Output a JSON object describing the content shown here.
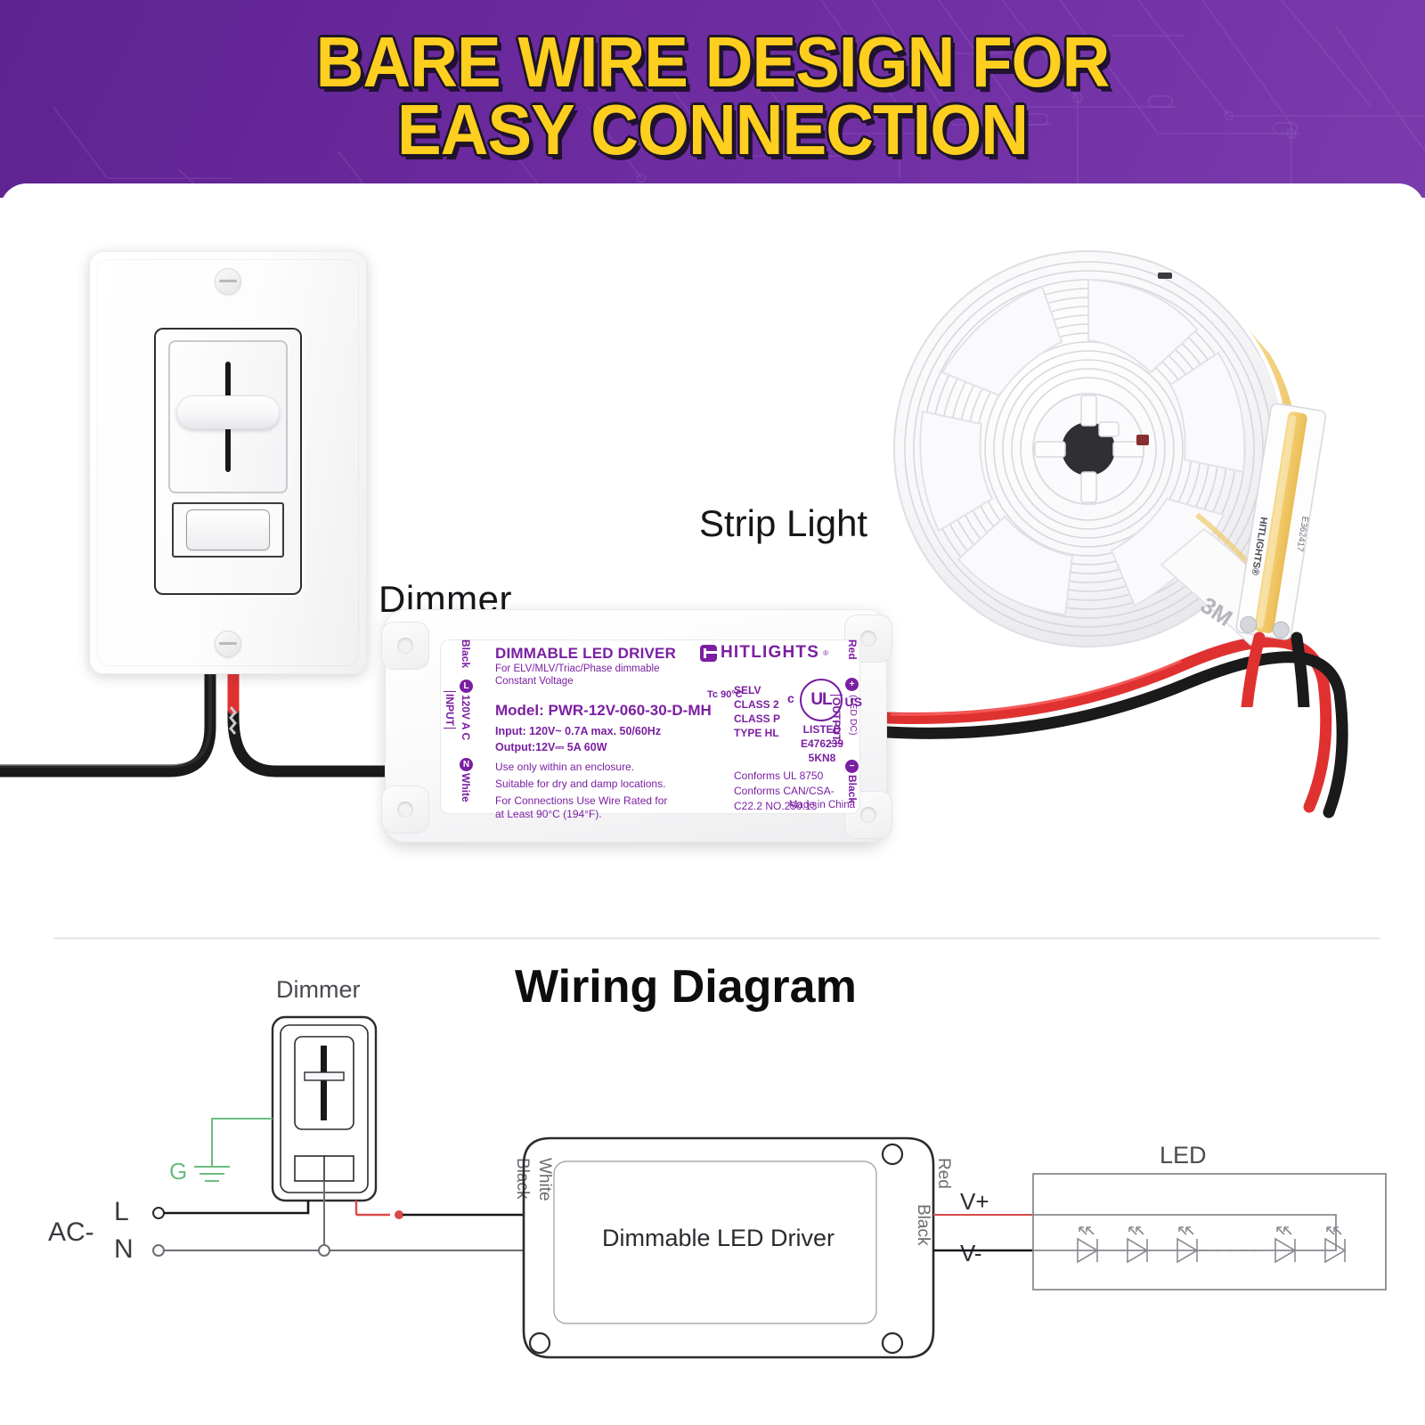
{
  "header": {
    "title": "BARE WIRE DESIGN FOR\nEASY CONNECTION",
    "bg_color": "#6b2a9e",
    "text_color": "#ffcf1f"
  },
  "product_section": {
    "dimmer_label": "Dimmer",
    "strip_label": "Strip Light",
    "driver": {
      "title": "DIMMABLE LED DRIVER",
      "subtitle_line1": "For ELV/MLV/Triac/Phase dimmable",
      "subtitle_line2": "Constant Voltage",
      "tc_rating": "Tc 90°C",
      "model": "Model: PWR-12V-060-30-D-MH",
      "input_spec": "Input: 120V~ 0.7A max. 50/60Hz",
      "output_spec": "Output:12V⎓  5A  60W",
      "note1": "Use only within an enclosure.",
      "note2": "Suitable for dry and damp locations.",
      "note3": "For Connections Use Wire Rated for",
      "note4": "at Least 90°C (194°F).",
      "brand": "HITLIGHTS",
      "brand_reg": "®",
      "input_side": {
        "label": "INPUT",
        "wire_black": "Black",
        "terminal_l": "L",
        "voltage": "120V A C",
        "terminal_n": "N",
        "wire_white": "White"
      },
      "output_side": {
        "label": "OUTPUT",
        "sublabel": "(LED DC)",
        "wire_red": "Red",
        "plus": "+",
        "minus": "−",
        "wire_black": "Black"
      },
      "certifications": {
        "selv": "SELV",
        "class2": "CLASS 2",
        "classp": "CLASS P",
        "typehl": "TYPE HL",
        "ul_c": "c",
        "ul_mark": "UL",
        "ul_us": "US",
        "listed": "LISTED",
        "file_no": "E476239",
        "control_no": "5KN8",
        "conforms1": "Conforms UL 8750",
        "conforms2": "Conforms CAN/CSA-",
        "conforms3": "C22.2 NO.250.13",
        "made_in": "Made in China"
      }
    },
    "reel": {
      "tape_brand": "3M",
      "strip_brand": "HITLIGHTS®",
      "strip_cert": "E362417"
    },
    "accent_purple": "#7b1fa2",
    "wire_red": "#e03131",
    "wire_black": "#1a1a1a"
  },
  "wiring_diagram": {
    "title": "Wiring Diagram",
    "dimmer_label": "Dimmer",
    "driver_label": "Dimmable LED Driver",
    "led_label": "LED",
    "ac_label": "AC-",
    "terminal_l": "L",
    "terminal_n": "N",
    "ground_label": "G",
    "input_black": "Black",
    "input_white": "White",
    "output_black": "Black",
    "output_red": "Red",
    "v_plus": "V+",
    "v_minus": "V-",
    "ground_color": "#6bbd7f",
    "line_color": "#2b2b30",
    "red_color": "#d94a4a",
    "led_count": 5
  }
}
